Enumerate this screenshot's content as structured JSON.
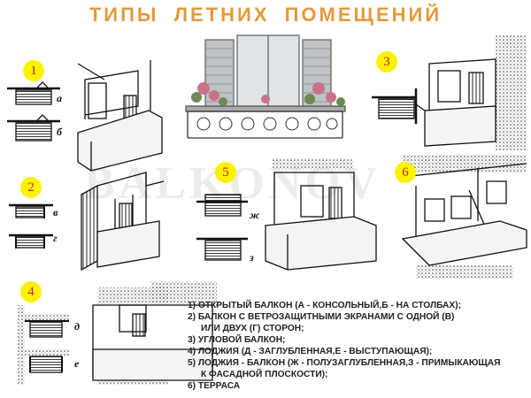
{
  "title": "ТИПЫ ЛЕТНИХ ПОМЕЩЕНИЙ",
  "watermark": "BALKONOV",
  "badges": [
    "1",
    "2",
    "3",
    "4",
    "5",
    "6"
  ],
  "variant_labels": {
    "a": "а",
    "b": "б",
    "v": "в",
    "g": "г",
    "d": "д",
    "e": "е",
    "zh": "ж",
    "z": "з"
  },
  "legend": [
    "1) ОТКРЫТЫЙ БАЛКОН (А - КОНСОЛЬНЫЙ,Б - НА СТОЛБАХ);",
    "2) БАЛКОН С ВЕТРОЗАЩИТНЫМИ ЭКРАНАМИ С ОДНОЙ (В)",
    "ИЛИ ДВУХ (Г) СТОРОН;",
    "3) УГЛОВОЙ БАЛКОН;",
    "4) ЛОДЖИЯ (Д - ЗАГЛУБЛЕННАЯ,Е - ВЫСТУПАЮЩАЯ);",
    "5) ЛОДЖИЯ - БАЛКОН (Ж - ПОЛУЗАГЛУБЛЕННАЯ,З - ПРИМЫКАЮЩАЯ",
    "К ФАСАДНОЙ ПЛОСКОСТИ);",
    "6) ТЕРРАСА"
  ],
  "colors": {
    "title": "#e39a3a",
    "badge": "#fff200",
    "badge_text": "#c0281d"
  }
}
